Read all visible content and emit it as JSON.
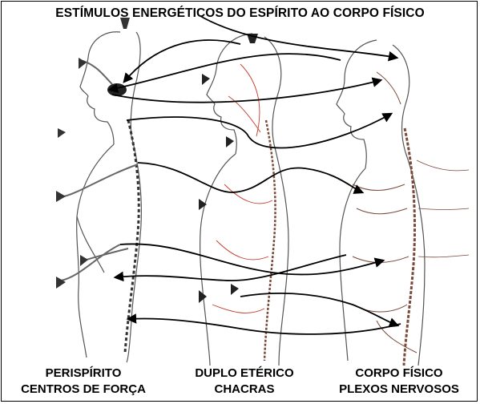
{
  "title": "ESTÍMULOS ENERGÉTICOS DO ESPÍRITO AO CORPO FÍSICO",
  "figures": [
    {
      "line1": "PERISPÍRITO",
      "line2": "CENTROS DE FORÇA"
    },
    {
      "line1": "DUPLO ETÉRICO",
      "line2": "CHACRAS"
    },
    {
      "line1": "CORPO FÍSICO",
      "line2": "PLEXOS NERVOSOS"
    }
  ],
  "colors": {
    "ink": "#000000",
    "sketch": "#555555",
    "nerve": "#7a4a3a",
    "vessel": "#c43a2a",
    "background": "#ffffff"
  }
}
